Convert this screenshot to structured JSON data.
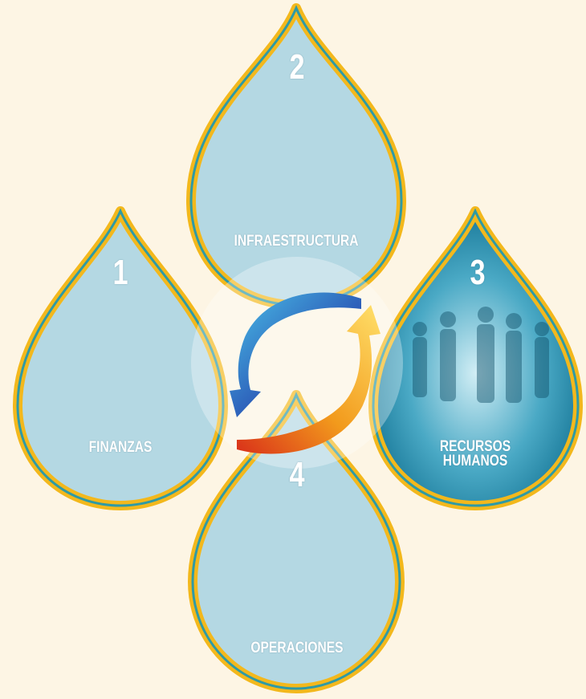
{
  "colors": {
    "background": "#fdf5e4",
    "drop_fill": "#b4d8e3",
    "drop_inner_border": "#2f9aa5",
    "drop_outer_border": "#f3b81c",
    "active_drop_fill": "#1d86a6",
    "arrow_blue": "#2a55b5",
    "arrow_orange": "#f0a020",
    "label_text": "#ffffff"
  },
  "drops": [
    {
      "number": "1",
      "label": "FINANZAS"
    },
    {
      "number": "2",
      "label": "INFRAESTRUCTURA"
    },
    {
      "number": "3",
      "label_line1": "RECURSOS",
      "label_line2": "HUMANOS",
      "image": "silhouettes of business people"
    },
    {
      "number": "4",
      "label": "OPERACIONES"
    }
  ],
  "center": {
    "icon": "cycle-arrows-icon"
  }
}
